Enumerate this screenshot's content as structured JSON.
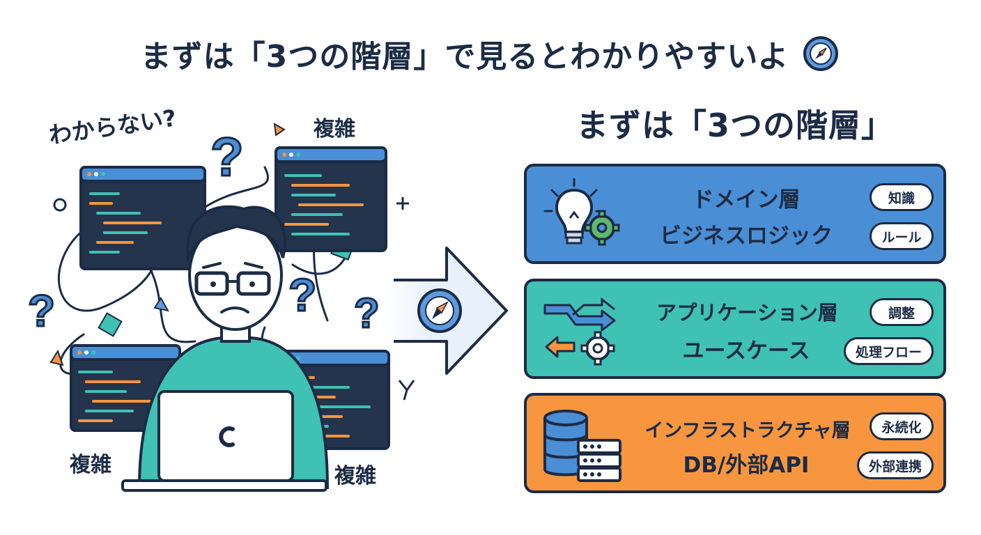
{
  "headline": {
    "text": "まずは「3つの階層」で見るとわかりやすいよ",
    "icon": "compass-icon"
  },
  "left_scene": {
    "confused_label": "わからない?",
    "complex_labels": [
      "複雑",
      "複雑",
      "複雑"
    ],
    "icons": [
      "code-window-icon",
      "question-mark-icon",
      "developer-illustration",
      "laptop-icon"
    ]
  },
  "arrow": {
    "icon": "compass-icon"
  },
  "right_panel": {
    "title": "まずは「3つの階層」",
    "layers": [
      {
        "name": "ドメイン層",
        "subtitle": "ビジネスロジック",
        "tags": [
          "知識",
          "ルール"
        ],
        "icon": "lightbulb-gear-icon",
        "color": "#4a8fd6"
      },
      {
        "name": "アプリケーション層",
        "subtitle": "ユースケース",
        "tags": [
          "調整",
          "処理フロー"
        ],
        "icon": "flow-arrows-gear-icon",
        "color": "#3fc1b3"
      },
      {
        "name": "インフラストラクチャ層",
        "subtitle": "DB/外部API",
        "tags": [
          "永続化",
          "外部連携"
        ],
        "icon": "database-server-icon",
        "color": "#f7963f"
      }
    ]
  },
  "colors": {
    "ink": "#1c2b45",
    "blue": "#4a8fd6",
    "teal": "#3fc1b3",
    "orange": "#f7963f",
    "code_bg": "#25344d"
  }
}
